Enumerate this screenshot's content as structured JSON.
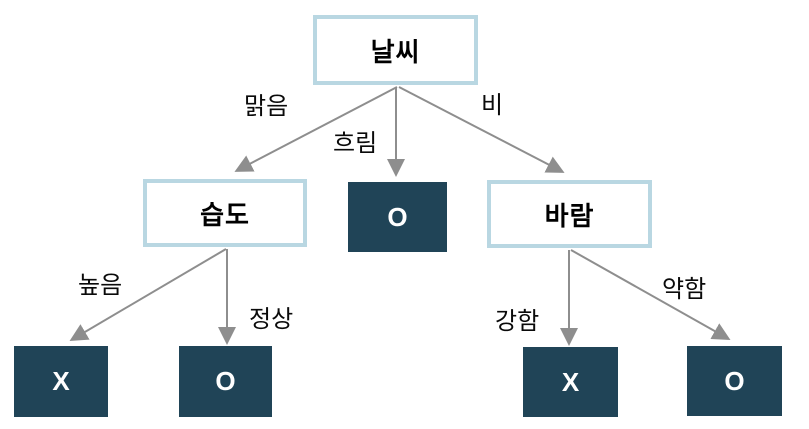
{
  "diagram": {
    "type": "decision-tree",
    "language": "ko",
    "colors": {
      "decision_border": "#b9d7e2",
      "decision_fill": "#ffffff",
      "decision_text": "#000000",
      "leaf_fill": "#204457",
      "leaf_text": "#ffffff",
      "edge_line": "#8e8e8e",
      "edge_label_text": "#0a0a0a",
      "background": "#ffffff"
    },
    "nodes": {
      "weather": {
        "label": "날씨"
      },
      "humidity": {
        "label": "습도"
      },
      "wind": {
        "label": "바람"
      }
    },
    "leaves": {
      "overcast_result": {
        "label": "O"
      },
      "humidity_high_result": {
        "label": "X"
      },
      "humidity_normal_result": {
        "label": "O"
      },
      "wind_strong_result": {
        "label": "X"
      },
      "wind_weak_result": {
        "label": "O"
      }
    },
    "edges": {
      "sunny": {
        "label": "맑음",
        "from": "weather",
        "to": "humidity"
      },
      "overcast": {
        "label": "흐림",
        "from": "weather",
        "to": "overcast_result"
      },
      "rain": {
        "label": "비",
        "from": "weather",
        "to": "wind"
      },
      "high": {
        "label": "높음",
        "from": "humidity",
        "to": "humidity_high_result"
      },
      "normal": {
        "label": "정상",
        "from": "humidity",
        "to": "humidity_normal_result"
      },
      "strong": {
        "label": "강함",
        "from": "wind",
        "to": "wind_strong_result"
      },
      "weak": {
        "label": "약함",
        "from": "wind",
        "to": "wind_weak_result"
      }
    }
  }
}
